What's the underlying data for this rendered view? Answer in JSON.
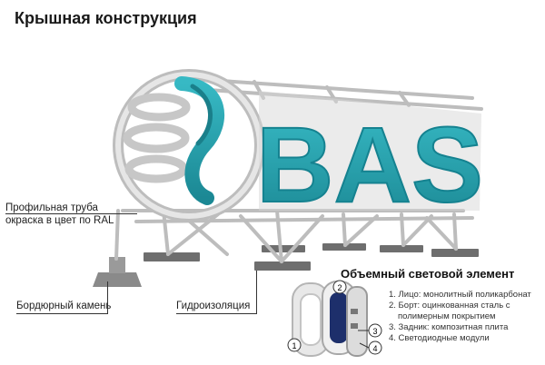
{
  "title": "Крышная конструкция",
  "logo_text": "BAS",
  "callouts": {
    "pipe_line1": "Профильная труба",
    "pipe_line2": "окраска в цвет по RAL",
    "curb": "Бордюрный камень",
    "waterproof": "Гидроизоляция"
  },
  "detail": {
    "title": "Объемный световой элемент",
    "items": [
      "1. Лицо: монолитный поликарбонат",
      "2. Борт: оцинкованная сталь с",
      "полимерным покрытием",
      "3. Задник: композитная плита",
      "4. Светодиодные модули"
    ],
    "markers": [
      "1",
      "2",
      "3",
      "4"
    ]
  },
  "colors": {
    "teal": "#2aa7b3",
    "teal_dark": "#1a7f8a",
    "frame": "#c9c9c9",
    "navy": "#1d2f6b"
  }
}
